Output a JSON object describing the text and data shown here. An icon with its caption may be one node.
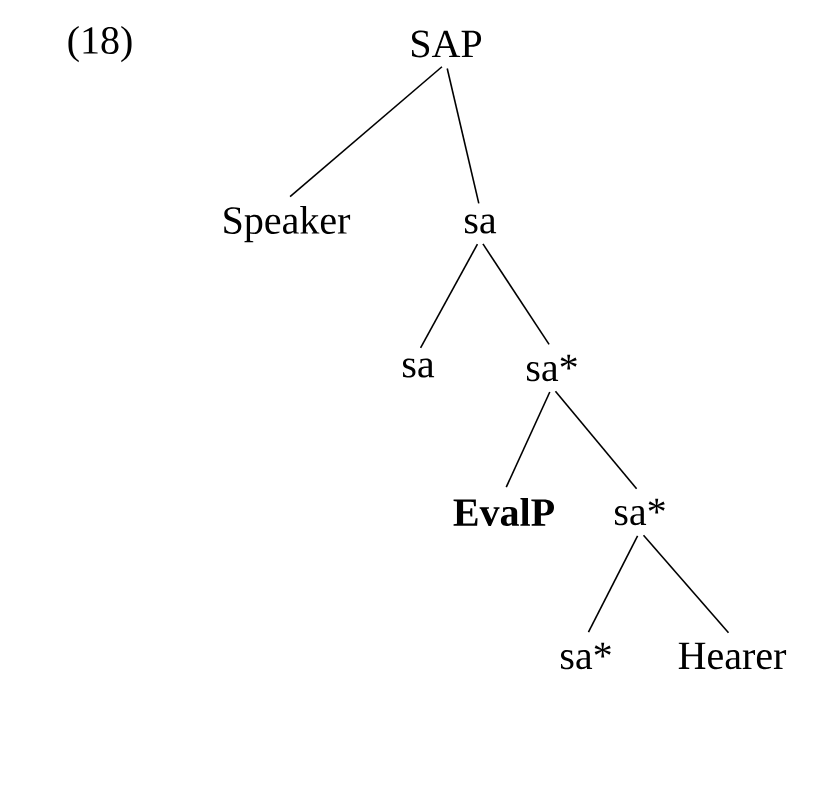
{
  "diagram": {
    "nodes": [
      {
        "text": [
          "SAP"
        ]
      },
      {
        "text": [
          "Speaker"
        ]
      },
      {
        "text": [
          "sa"
        ]
      },
      {
        "text": [
          "sa"
        ]
      },
      {
        "text": [
          "sa*"
        ]
      },
      {
        "text": [
          "EvalP"
        ]
      },
      {
        "text": [
          "sa*"
        ]
      },
      {
        "text": [
          "sa*"
        ]
      },
      {
        "text": [
          "Hearer"
        ]
      }
    ],
    "edges": [
      {
        "from": 0,
        "to": 1,
        "arrow": "none"
      },
      {
        "from": 0,
        "to": 2,
        "arrow": "none"
      },
      {
        "from": 2,
        "to": 3,
        "arrow": "none"
      },
      {
        "from": 2,
        "to": 4,
        "arrow": "none"
      },
      {
        "from": 4,
        "to": 5,
        "arrow": "none"
      },
      {
        "from": 4,
        "to": 6,
        "arrow": "none"
      },
      {
        "from": 6,
        "to": 7,
        "arrow": "none"
      },
      {
        "from": 6,
        "to": 8,
        "arrow": "none"
      }
    ],
    "labels": [
      "(18)"
    ]
  }
}
